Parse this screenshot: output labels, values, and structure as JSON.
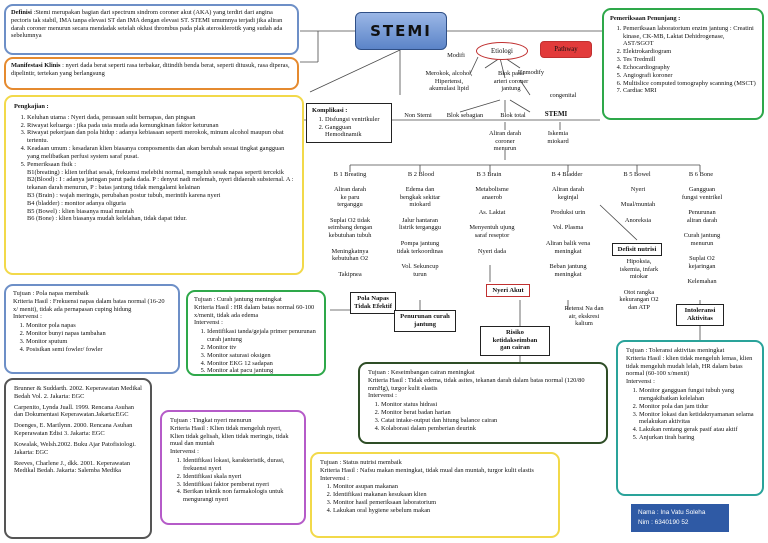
{
  "title": "STEMI",
  "definisi": {
    "label": "Definisi",
    "text": ":Stemi merupakan bagian dari spectrum sindrom coroner akut (AKA) yang terdiri dari angina pectoris tak stabil, IMA tanpa elevasi ST dan IMA dengan elevasi ST. STEMI umumnya terjadi jika aliran darah coroner menurun secara mendadak setelah oklusi thrombus pada plak aterosklerotik yang sudah ada sebelumnya"
  },
  "manifestasi": {
    "label": "Manifestasi Klinis",
    "text": ": nyeri dada berat seperti rasa terbakar, ditindih benda berat, seperti ditusuk, rasa diperas, dipelintir, tertekan yang berlangsung"
  },
  "pengkajian": {
    "label": "Pengkajian :",
    "items": [
      "Keluhan utama : Nyeri dada, perasaan sulit bernapas, dan pingsan",
      "Riwayat keluarga : jika pada usia muda ada kemungkinan faktor keturunan",
      "Riwayat pekerjaan dan pola hidup : adanya kebiasaan seperti merokok, minum alcohol maupun obat tertentu.",
      "Keadaan umum : kesadaran klien biasanya composmentis dan akan berubah sesuai tingkat gangguan yang melibatkan perfusi system saraf pusat.",
      "Pemeriksaan fisik :"
    ],
    "fisik": [
      "B1(breating) : klien terlihat sesak, frekuensi melebihi normal, mengeluh sesak napas seperti tercekik",
      "B2(Blood) : I : adanya jaringan parut pada dada. P : denyut nadi melemah, nyeri didaerah substernal. A : tekanan darah menurun, P : batas jantung tidak mengalami kelainan",
      "B3 (Brain) : wajah meringis, perubahan postur tubuh, merintih karena nyeri",
      "B4 (bladder) : monitor adanya oliguria",
      "B5 (Bowel) : klien biasanya mual muntah",
      "B6 (Bone) : klien biasanya mudah kelelahan, tidak dapat tidur."
    ]
  },
  "pemeriksaan": {
    "label": "Pemeriksaan Penunjang :",
    "items": [
      "Pemeriksaan laboratorium enzim jantung : Creatini kinase, CK-MB, Laktat Dehidrogenase, AST/SGOT",
      "Elektrokardiogram",
      "Tes Tredmill",
      "Echocardiography",
      "Angiografi koroner",
      "Multislice computed tomography scanning (MSCT)",
      "Cardiac MRI"
    ]
  },
  "komplikasi": {
    "label": "Komplikasi :",
    "items": [
      "Disfungsi ventrikuler",
      "Gangguan Hemodinamik"
    ]
  },
  "flow": {
    "etiologi": "Etiologi",
    "pathway": "Pathway",
    "modifi": "Modifi",
    "unmodify": "Unmodify",
    "merokok": "Merokok, alcohol,\nHipertensi,\nakumulasi lipid",
    "blok_pada": "Blok pada\narteri coroner\njantung",
    "congenital": "congenital",
    "non_stemi": "Non Stemi",
    "blok_sebagian": "Blok sebagian",
    "blok_total": "Blok total",
    "stemi": "STEMI",
    "iskemia": "Iskemia\nmiokard",
    "aliran_darah": "Aliran darah\ncoroner\nmenurun",
    "b1": "B 1 Breating",
    "b2": "B 2 Blood",
    "b3": "B 3 Brain",
    "b4": "B 4 Bladder",
    "b5": "B 5 Bowel",
    "b6": "B 6 Bone",
    "b1_chain": "Aliran darah\nke paru\nterganggu\n\nSuplai O2 tidak\nseimbang dengan\nkebutuhan tubuh\n\nMeningkatnya\nkebutuhan O2\n\nTakipnea",
    "b2_chain": "Edema dan\nbengkak sekitar\nmiokard\n\nJalur hantaran\nlistrik terganggu\n\nPompa jantung\ntidak terkoordinas\n\nVol. Sekuncup\nturun",
    "b3_chain": "Metabolisme\nanaerob\n\nAs. Laktat\n\nMenyentuh ujung\nsaraf reseptor\n\nNyeri dada",
    "b4_chain": "Aliran darah\nkeginjal\n\nProduksi urin\n\nVol. Plasma\n\nAliran balik vena\nmeningkat\n\nBeban jantung\nmeningkat",
    "retensi": "Retensi Na dan\nair, ekskresi\nkalium",
    "b5_chain": "Nyeri\n\nMual/muntah\n\nAnoreksia",
    "b5_chain2": "Hipoksia,\niskemia, infark\nmiokar\n\nOtot rangka\nkekurangan O2\ndan ATP",
    "b6_chain": "Gangguan\nfungsi ventrikel\n\nPenurunan\naliran darah\n\nCurah jantung\nmenurun\n\nSuplai O2\nkejaringan\n\nKelemahan",
    "dx_napas": "Pola Napas\nTidak Efektif",
    "dx_curah": "Penurunan curah\njantung",
    "dx_nyeri": "Nyeri Akut",
    "dx_cairan": "Risiko\nketidakseimban\ngan cairan",
    "dx_nutrisi": "Defisit nutrisi",
    "dx_aktivitas": "Intoleransi\nAktivitas"
  },
  "tujuan_napas": {
    "head": "Tujuan : Pola napas membaik\nKriteria Hasil : Frekuensi napas dalam batas normal (16-20 x/ menit), tidak ada pernapasan cuping hidung\nIntervensi :",
    "items": [
      "Monitor pola napas",
      "Monitor bunyi napas tambahan",
      "Monitor sputum",
      "Posisikan semi fowler/ fowler"
    ]
  },
  "tujuan_curah": {
    "head": "Tujuan : Curah jantung meningkat\nKriteria Hasil : HR dalam batas normal 60-100 x/menit, tidak ada edema\nIntervensi :",
    "items": [
      "Identifikasi tanda/gejala primer penurunan curah jantung",
      "Monitor ttv",
      "Monitor saturasi oksigen",
      "Monitor EKG 12 sadapan",
      "Monitor alat pacu jantung"
    ]
  },
  "tujuan_cairan": {
    "head": "Tujuan : Keseimbangan cairan meningkat\nKriteria Hasil : Tidak edema, tidak asites, tekanan darah dalam batas normal (120/80 mmHg), turgor kulit elastis\nIntervensi :",
    "items": [
      "Monitor status hidrasi",
      "Monitor berat badan harian",
      "Catat intake-output dan hitung balance cairan",
      "Kolaborasi dalam pemberian deurink"
    ]
  },
  "tujuan_aktivitas": {
    "head": "Tujuan : Toleransi aktivitas meningkat\nKriteria Hasil : klien tidak mengeluh lemas, klien tidak mengeluh mudah lelah, HR dalam batas normal (60-100 x/menit)\nIntervensi :",
    "items": [
      "Monitor gangguan fungsi tubuh yang mengakibatkan kelelahan",
      "Monitor pola dan jam tidur",
      "Monitor lokasi dan ketidaknyamanan selama melakukan aktivitas",
      "Lakukan rentang gerak pasif atau aktif",
      "Anjurkan tirah baring"
    ]
  },
  "tujuan_nyeri": {
    "head": "Tujuan : Tingkat nyeri menurun\nKriteria Hasil : Klien tidak mengeluh nyeri, Klien tidak gelisah, klien tidak meringis, tidak mual dan muntah\nIntervensi :",
    "items": [
      "Identifikasi lokasi, karakteristik, durasi, frekuensi nyeri",
      "Identifikasi skala nyeri",
      "Identifikasi faktor pemberat nyeri",
      "Berikan teknik non farmakologis untuk mengurangi nyeri"
    ]
  },
  "tujuan_nutrisi": {
    "head": "Tujuan : Status nutrisi membaik\nKriteria Hasil : Nafsu makan meningkat, tidak mual dan muntah, turgor kulit elastis\nIntervensi :",
    "items": [
      "Monitor asupan makanan",
      "Identifikasi makanan kesukaan klien",
      "Monitor hasil pemeriksaan laboratorium",
      "Lakukan oral hygiene sebelum makan"
    ]
  },
  "referensi": {
    "entries": [
      "Brunner & Suddarth. 2002. Keperawatan Medikal Bedah Vol. 2. Jakarta: EGC",
      "Carpenito, Lynda Juall. 1999. Rencana Asuhan dan Dokumentasi Keperawatan.Jakarta:EGC",
      "Doenges, E. Marilynn. 2000. Rencana Asuhan Keperawatan Edisi 3. Jakarta: EGC",
      "Kowalak, Welsh.2002. Buku Ajar Patofisiologi. Jakarta: EGC",
      "Reeves, Charlene J., dkk. 2001. Keperawatan Medikal Bedah. Jakarta: Salemba Medika"
    ]
  },
  "author": {
    "nama": "Nama : Ina Vatu Soleha",
    "nim": "Nim : 6340190 52"
  }
}
